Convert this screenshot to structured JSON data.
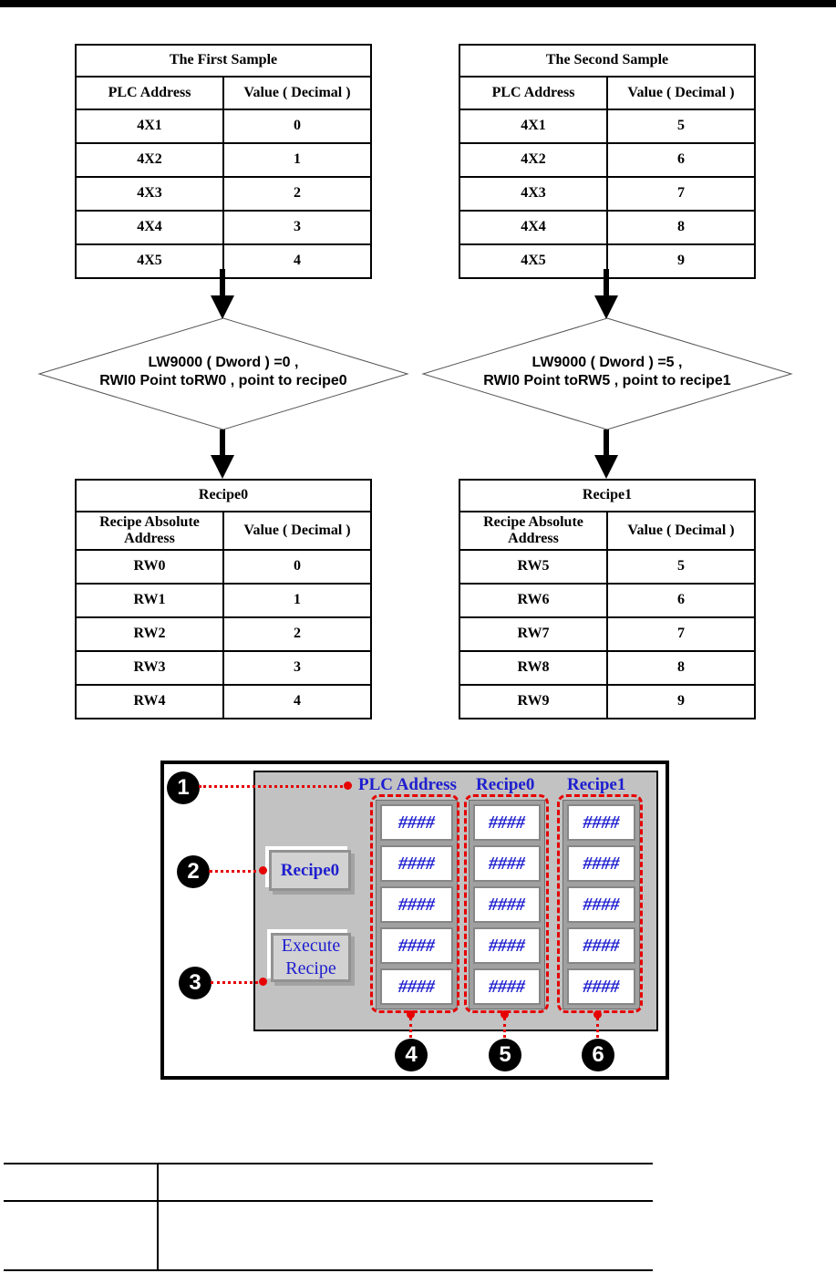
{
  "flow": {
    "first_sample": {
      "title": "The First Sample",
      "col_address": "PLC Address",
      "col_value": "Value ( Decimal )",
      "rows": [
        [
          "4X1",
          "0"
        ],
        [
          "4X2",
          "1"
        ],
        [
          "4X3",
          "2"
        ],
        [
          "4X4",
          "3"
        ],
        [
          "4X5",
          "4"
        ]
      ],
      "condition": {
        "line1": "LW9000 ( Dword ) =0 ,",
        "line2": "RWI0 Point toRW0 , point to recipe0"
      },
      "recipe": {
        "title": "Recipe0",
        "col_address": "Recipe Absolute Address",
        "col_value": "Value ( Decimal )",
        "rows": [
          [
            "RW0",
            "0"
          ],
          [
            "RW1",
            "1"
          ],
          [
            "RW2",
            "2"
          ],
          [
            "RW3",
            "3"
          ],
          [
            "RW4",
            "4"
          ]
        ]
      }
    },
    "second_sample": {
      "title": "The Second Sample",
      "col_address": "PLC Address",
      "col_value": "Value ( Decimal )",
      "rows": [
        [
          "4X1",
          "5"
        ],
        [
          "4X2",
          "6"
        ],
        [
          "4X3",
          "7"
        ],
        [
          "4X4",
          "8"
        ],
        [
          "4X5",
          "9"
        ]
      ],
      "condition": {
        "line1": "LW9000 ( Dword ) =5 ,",
        "line2": "RWI0 Point toRW5 , point to recipe1"
      },
      "recipe": {
        "title": "Recipe1",
        "col_address": "Recipe Absolute Address",
        "col_value": "Value ( Decimal )",
        "rows": [
          [
            "RW5",
            "5"
          ],
          [
            "RW6",
            "6"
          ],
          [
            "RW7",
            "7"
          ],
          [
            "RW8",
            "8"
          ],
          [
            "RW9",
            "9"
          ]
        ]
      }
    }
  },
  "mockup": {
    "column_headers": [
      "PLC Address",
      "Recipe0",
      "Recipe1"
    ],
    "recipe0_button": "Recipe0",
    "execute_button": {
      "line1": "Execute",
      "line2": "Recipe"
    },
    "field_value": "####",
    "callouts": [
      "1",
      "2",
      "3",
      "4",
      "5",
      "6"
    ],
    "colors": {
      "accent_blue": "#1e1ecf",
      "callout_red": "#e60000",
      "panel_gray": "#c2c2c2"
    }
  }
}
